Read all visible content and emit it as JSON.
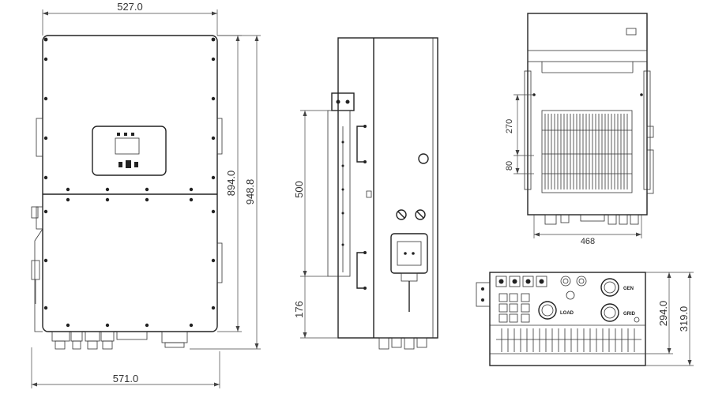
{
  "front_view": {
    "width_top": "527.0",
    "width_bottom": "571.0",
    "height_inner": "894.0",
    "height_outer": "948.8"
  },
  "side_view": {
    "bracket_height": "500",
    "bottom_offset": "176"
  },
  "back_view": {
    "dim_upper": "270",
    "dim_lower": "80",
    "width": "468"
  },
  "bottom_view": {
    "depth_inner": "294.0",
    "depth_outer": "319.0",
    "port_labels": {
      "gen": "GEN",
      "load": "LOAD",
      "grid": "GRID"
    }
  }
}
